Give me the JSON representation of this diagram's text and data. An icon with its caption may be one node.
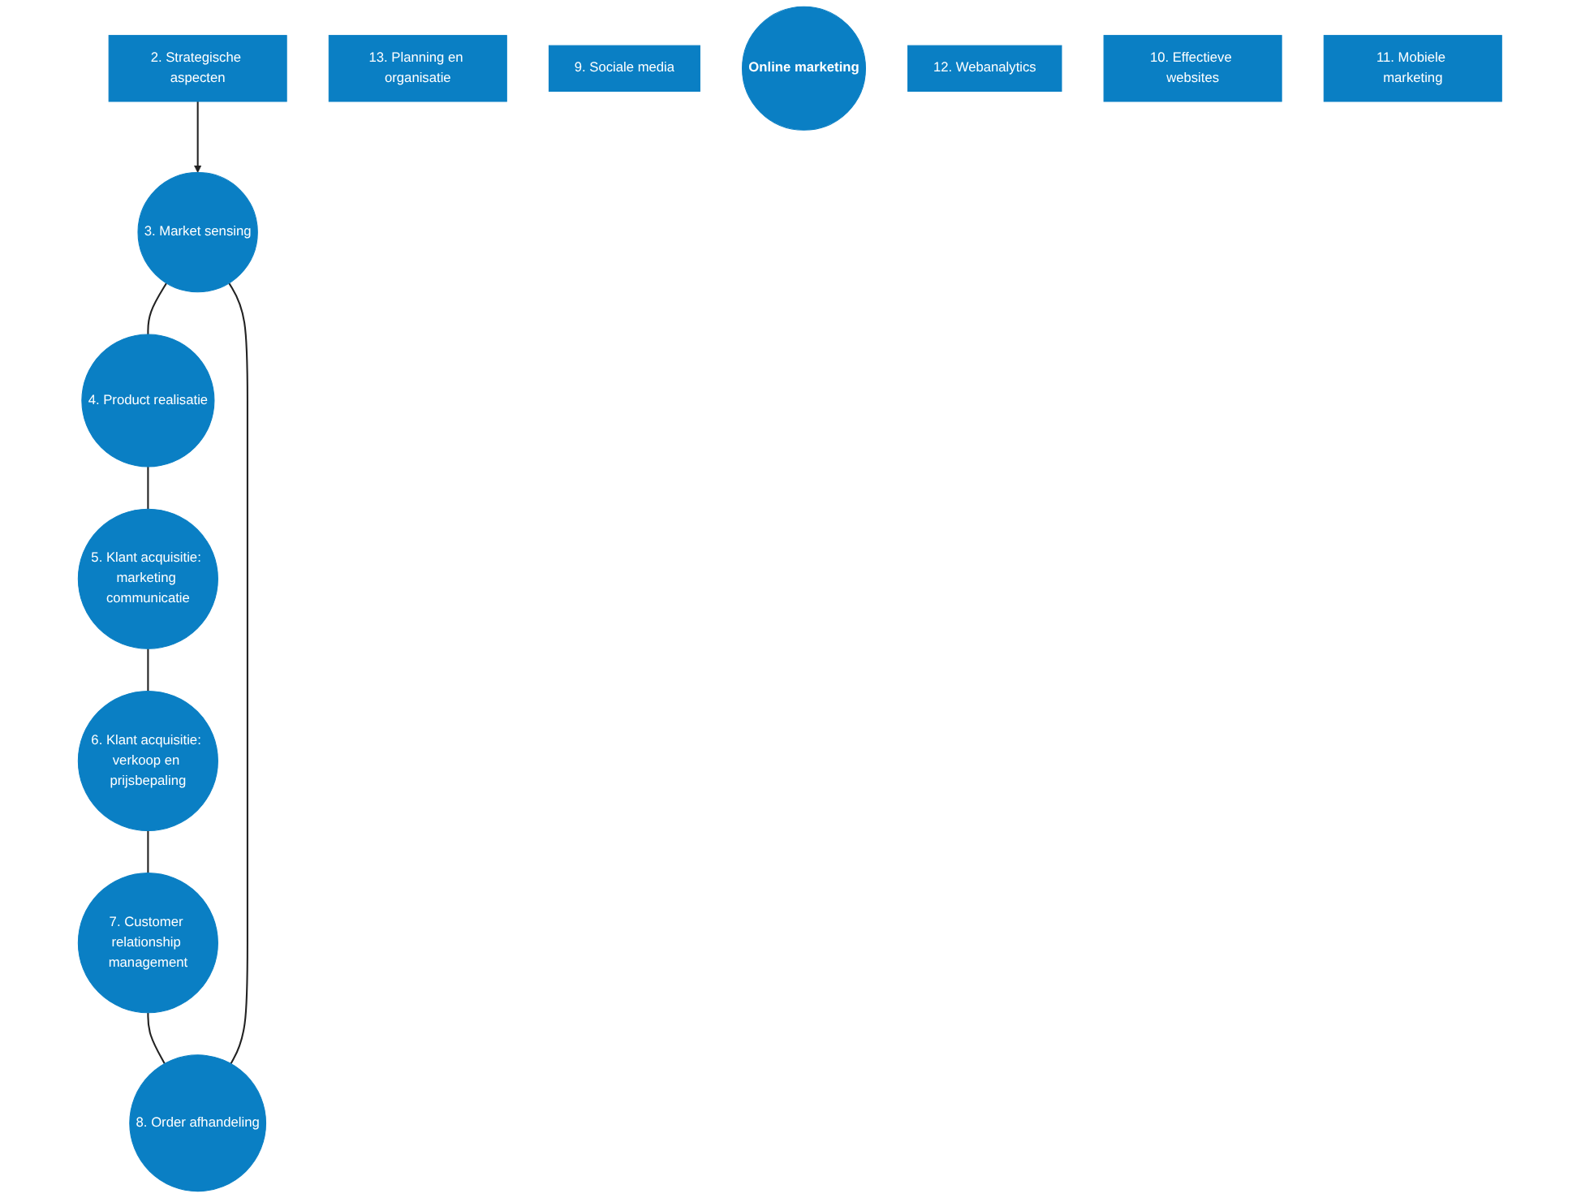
{
  "diagram": {
    "nodes": [
      {
        "text": [
          "2. Strategische aspecten"
        ]
      },
      {
        "text": [
          "13. Planning en organisatie"
        ]
      },
      {
        "text": [
          "3. Market sensing"
        ]
      },
      {
        "text": [
          "9. Sociale media"
        ]
      },
      {
        "text": [
          "8. Order afhandeling"
        ]
      },
      {
        "text": [
          "4. Product realisatie"
        ]
      },
      {
        "text": [
          "Online marketing"
        ]
      },
      {
        "text": [
          "5. Klant acquisitie: marketing communicatie"
        ]
      },
      {
        "text": [
          "7. Customer relationship management"
        ]
      },
      {
        "text": [
          "12. Webanalytics"
        ]
      },
      {
        "text": [
          "10. Effectieve websites"
        ]
      },
      {
        "text": [
          "6. Klant acquisitie: verkoop en prijsbepaling"
        ]
      },
      {
        "text": [
          "11. Mobiele marketing"
        ]
      }
    ],
    "edges": [
      {
        "from": 0,
        "to": 2,
        "arrow": "to"
      },
      {
        "from": 2,
        "to": 5,
        "arrow": "none"
      },
      {
        "from": 5,
        "to": 7,
        "arrow": "none"
      },
      {
        "from": 7,
        "to": 11,
        "arrow": "none"
      },
      {
        "from": 11,
        "to": 8,
        "arrow": "none"
      },
      {
        "from": 8,
        "to": 4,
        "arrow": "none"
      },
      {
        "from": 4,
        "to": 2,
        "arrow": "none"
      }
    ]
  }
}
